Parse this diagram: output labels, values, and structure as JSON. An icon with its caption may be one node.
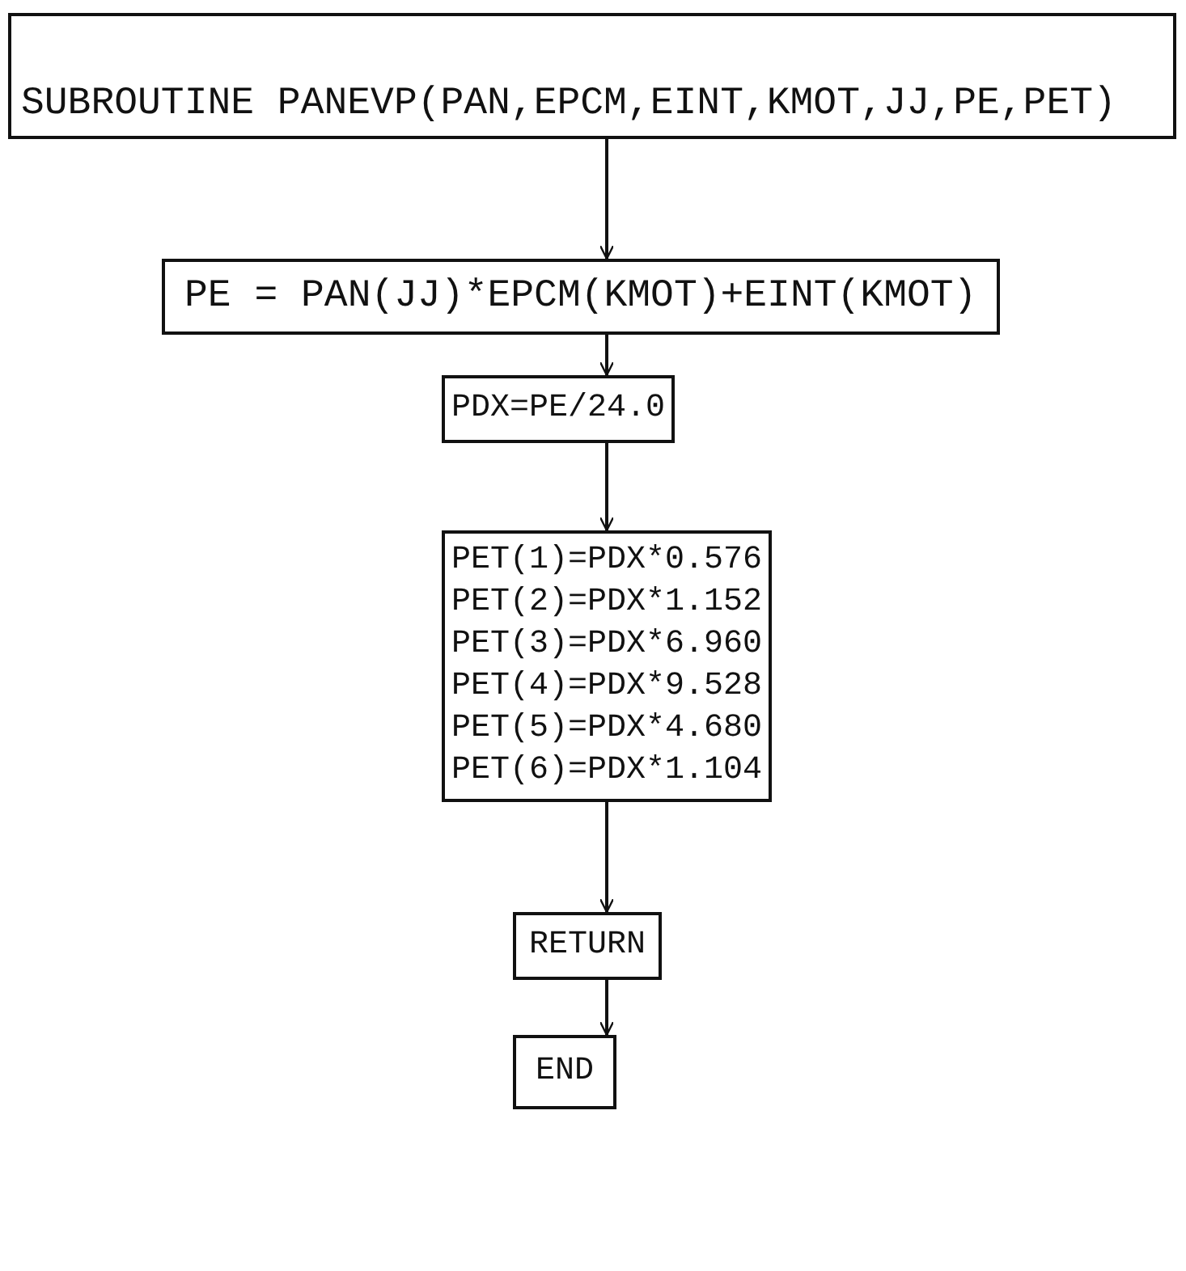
{
  "diagram": {
    "nodes": [
      {
        "text": [
          "SUBROUTINE PANEVP(PAN,EPCM,EINT,KMOT,JJ,PE,PET)"
        ]
      },
      {
        "text": [
          "PE = PAN(JJ)*EPCM(KMOT)+EINT(KMOT)"
        ]
      },
      {
        "text": [
          "PDX=PE/24.0"
        ]
      },
      {
        "text": [
          "PET(1)=PDX*0.576",
          "PET(2)=PDX*1.152",
          "PET(3)=PDX*6.960",
          "PET(4)=PDX*9.528",
          "PET(5)=PDX*4.680",
          "PET(6)=PDX*1.104"
        ]
      },
      {
        "text": [
          "RETURN"
        ]
      },
      {
        "text": [
          "END"
        ]
      }
    ],
    "edges": [
      {
        "from": 0,
        "to": 1,
        "arrow": "to"
      },
      {
        "from": 1,
        "to": 2,
        "arrow": "to"
      },
      {
        "from": 2,
        "to": 3,
        "arrow": "to"
      },
      {
        "from": 3,
        "to": 4,
        "arrow": "to"
      },
      {
        "from": 4,
        "to": 5,
        "arrow": "to"
      }
    ]
  }
}
